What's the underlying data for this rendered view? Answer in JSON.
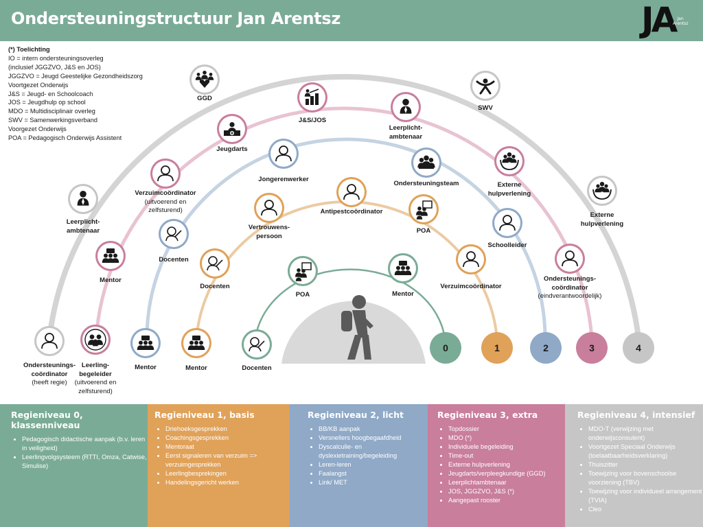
{
  "header": {
    "title": "Ondersteuningstructuur Jan Arentsz",
    "logo_text": "JA",
    "logo_subtext": "Jan Arentsz"
  },
  "legend": {
    "title": "(*) Toelichting",
    "lines": [
      "IO = intern ondersteuningsoverleg",
      "(inclusief JGGZVO, J&S en JOS)",
      "JGGZVO = Jeugd Geestelijke Gezondheidszorg",
      "Voortgezet Onderwijs",
      "J&S = Jeugd- en Schoolcoach",
      "JOS = Jeugdhulp op school",
      "MDO = Multidisciplinair overleg",
      "SWV = Samenwerkingsverband",
      "Voorgezet Onderwijs",
      "POA = Pedagogisch Onderwijs Assistent"
    ]
  },
  "colors": {
    "level0": "#7aab96",
    "level1": "#e0a159",
    "level2": "#8fa9c7",
    "level3": "#c97e9c",
    "level4": "#c6c6c6",
    "dome": "#d9d9d9"
  },
  "levels": [
    "0",
    "1",
    "2",
    "3",
    "4"
  ],
  "nodes": [
    {
      "icon": "person-icon",
      "label": "Ondersteunings-",
      "label2": "coördinator",
      "sub": "(heeft regie)"
    },
    {
      "icon": "family-icon",
      "label": "Leerling-",
      "label2": "begeleider",
      "sub": "(uitvoerend en",
      "sub2": "zelfsturend)"
    },
    {
      "icon": "group-icon",
      "label": "Mentor"
    },
    {
      "icon": "group-icon",
      "label": "Mentor"
    },
    {
      "icon": "teacher-icon",
      "label": "Docenten"
    },
    {
      "icon": "presenter-icon",
      "label": "POA"
    },
    {
      "icon": "group-icon",
      "label": "Mentor"
    },
    {
      "icon": "teacher-icon",
      "label": "Docenten"
    },
    {
      "icon": "person-icon",
      "label": "Vertrouwens-",
      "label2": "persoon"
    },
    {
      "icon": "person-icon",
      "label": "Antipestcoördinator"
    },
    {
      "icon": "presenter-icon",
      "label": "POA"
    },
    {
      "icon": "person-icon",
      "label": "Verzuimcoördinator"
    },
    {
      "icon": "teacher-icon",
      "label": "Docenten"
    },
    {
      "icon": "person-icon",
      "label": "Jongerenwerker"
    },
    {
      "icon": "team-icon",
      "label": "Ondersteuningsteam"
    },
    {
      "icon": "person-icon",
      "label": "Schoolleider"
    },
    {
      "icon": "group-icon",
      "label": "Mentor"
    },
    {
      "icon": "person-icon",
      "label": "Verzuimcoördinator",
      "sub": "(uitvoerend en",
      "sub2": "zelfsturend)"
    },
    {
      "icon": "doctor-icon",
      "label": "Jeugdarts"
    },
    {
      "icon": "coach-icon",
      "label": "J&S/JOS"
    },
    {
      "icon": "officer-icon",
      "label": "Leerplicht-",
      "label2": "ambtenaar"
    },
    {
      "icon": "care-icon",
      "label": "Externe",
      "label2": "hulpverlening"
    },
    {
      "icon": "person-icon",
      "label": "Ondersteunings-",
      "label2": "coördinator",
      "sub": "(eindverantwoordelijk)"
    },
    {
      "icon": "officer-icon",
      "label": "Leerplicht-",
      "label2": "ambtenaar"
    },
    {
      "icon": "heart-group-icon",
      "label": "GGD"
    },
    {
      "icon": "swv-icon",
      "label": "SWV"
    },
    {
      "icon": "care-icon",
      "label": "Externe",
      "label2": "hulpverlening"
    }
  ],
  "footer": [
    {
      "title": "Regieniveau 0, klassenniveau",
      "items": [
        "Pedagogisch didactische aanpak (b.v. leren in veiligheid)",
        "Leerlingvolgsysteem (RTTI, Omza, Catwise, Simulise)"
      ]
    },
    {
      "title": "Regieniveau 1, basis",
      "items": [
        "Driehoeksgesprekken",
        "Coachingsgesprekken",
        "Mentoraat",
        "Eerst signaleren van verzuim => verzuimgesprekken",
        "Leerlingbesprekingen",
        "Handelingsgericht werken"
      ]
    },
    {
      "title": "Regieniveau 2, licht",
      "items": [
        "BB/KB aanpak",
        "Versnellers hoogbegaafdheid",
        "Dyscalculie- en dyslexietraining/begeleiding",
        "Leren-leren",
        "Faalangst",
        "Link/ MET"
      ]
    },
    {
      "title": "Regieniveau 3, extra",
      "items": [
        "Topdossier",
        "MDO (*)",
        "Individuele begeleiding",
        "Time-out",
        "Externe hulpverlening",
        "Jeugdarts/verpleegkundige (GGD)",
        "Leerplichtambtenaar",
        "JOS, JGGZVO, J&S (*)",
        "Aangepast rooster"
      ]
    },
    {
      "title": "Regieniveau 4, intensief",
      "items": [
        "MDO-T (verwijzing met onderwijsconsulent)",
        "Voortgezet Speciaal Onderwijs (toelaatbaarheidsverklaring)",
        "Thuiszitter",
        "Toewijzing voor bovenschoolse voorziening (TBV)",
        "Toewijzing voor individueel arrangement (TVIA)",
        "Cleo"
      ]
    }
  ]
}
